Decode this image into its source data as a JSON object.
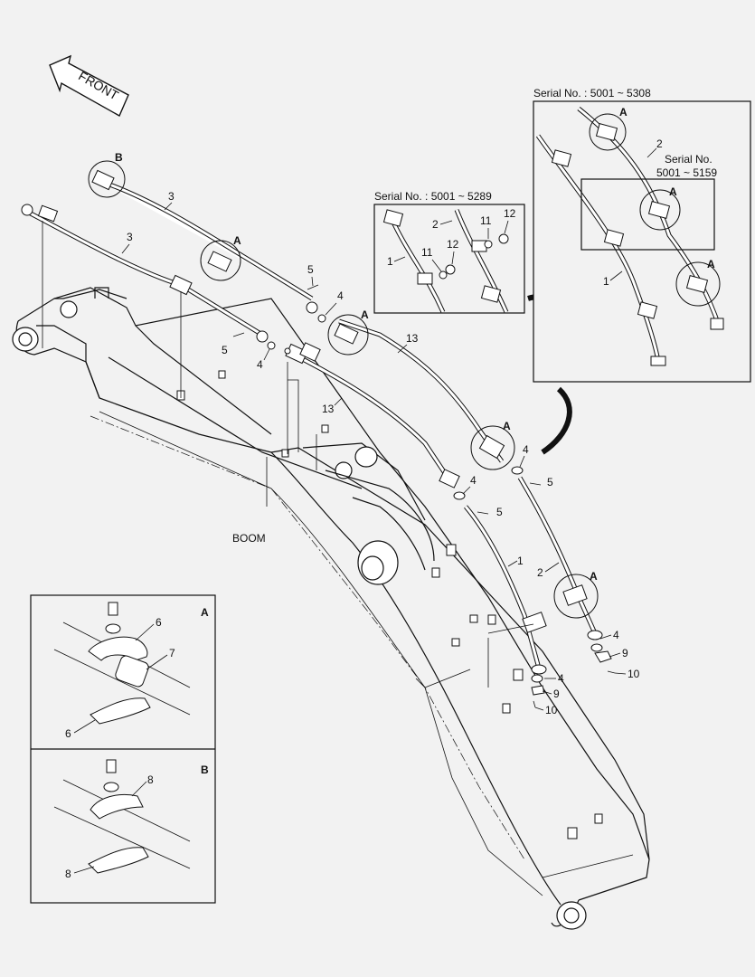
{
  "front_label": "FRONT",
  "boom_label": "BOOM",
  "serial_5308": "Serial No. : 5001 ~ 5308",
  "serial_5289": "Serial No. : 5001 ~ 5289",
  "serial_5159_line1": "Serial No.",
  "serial_5159_line2": "5001 ~ 5159",
  "detail_A": "A",
  "detail_B": "B",
  "callouts": {
    "n1": "1",
    "n2": "2",
    "n3": "3",
    "n4": "4",
    "n5": "5",
    "n6": "6",
    "n7": "7",
    "n8": "8",
    "n9": "9",
    "n10": "10",
    "n11": "11",
    "n12": "12",
    "n13": "13"
  }
}
